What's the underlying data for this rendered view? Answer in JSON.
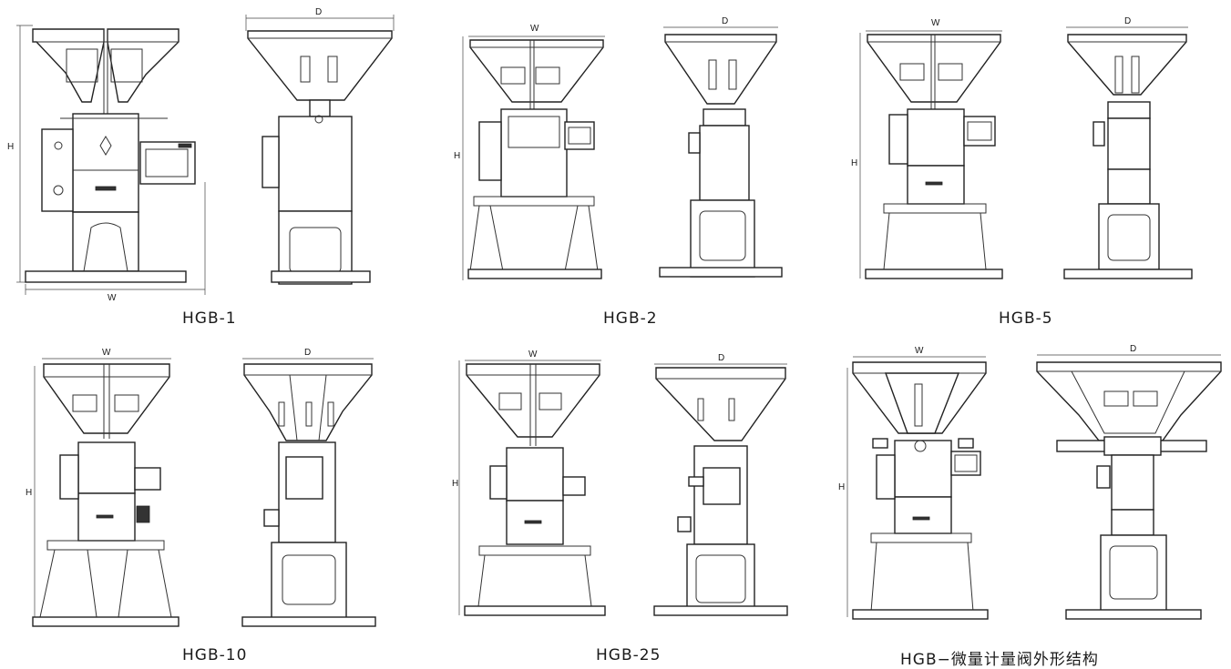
{
  "labels": {
    "width": "W",
    "depth": "D",
    "height": "H"
  },
  "models": [
    {
      "caption": "HGB-1"
    },
    {
      "caption": "HGB-2"
    },
    {
      "caption": "HGB-5"
    },
    {
      "caption": "HGB-10"
    },
    {
      "caption": "HGB-25"
    },
    {
      "caption": "HGB−微量计量阀外形结构"
    }
  ]
}
